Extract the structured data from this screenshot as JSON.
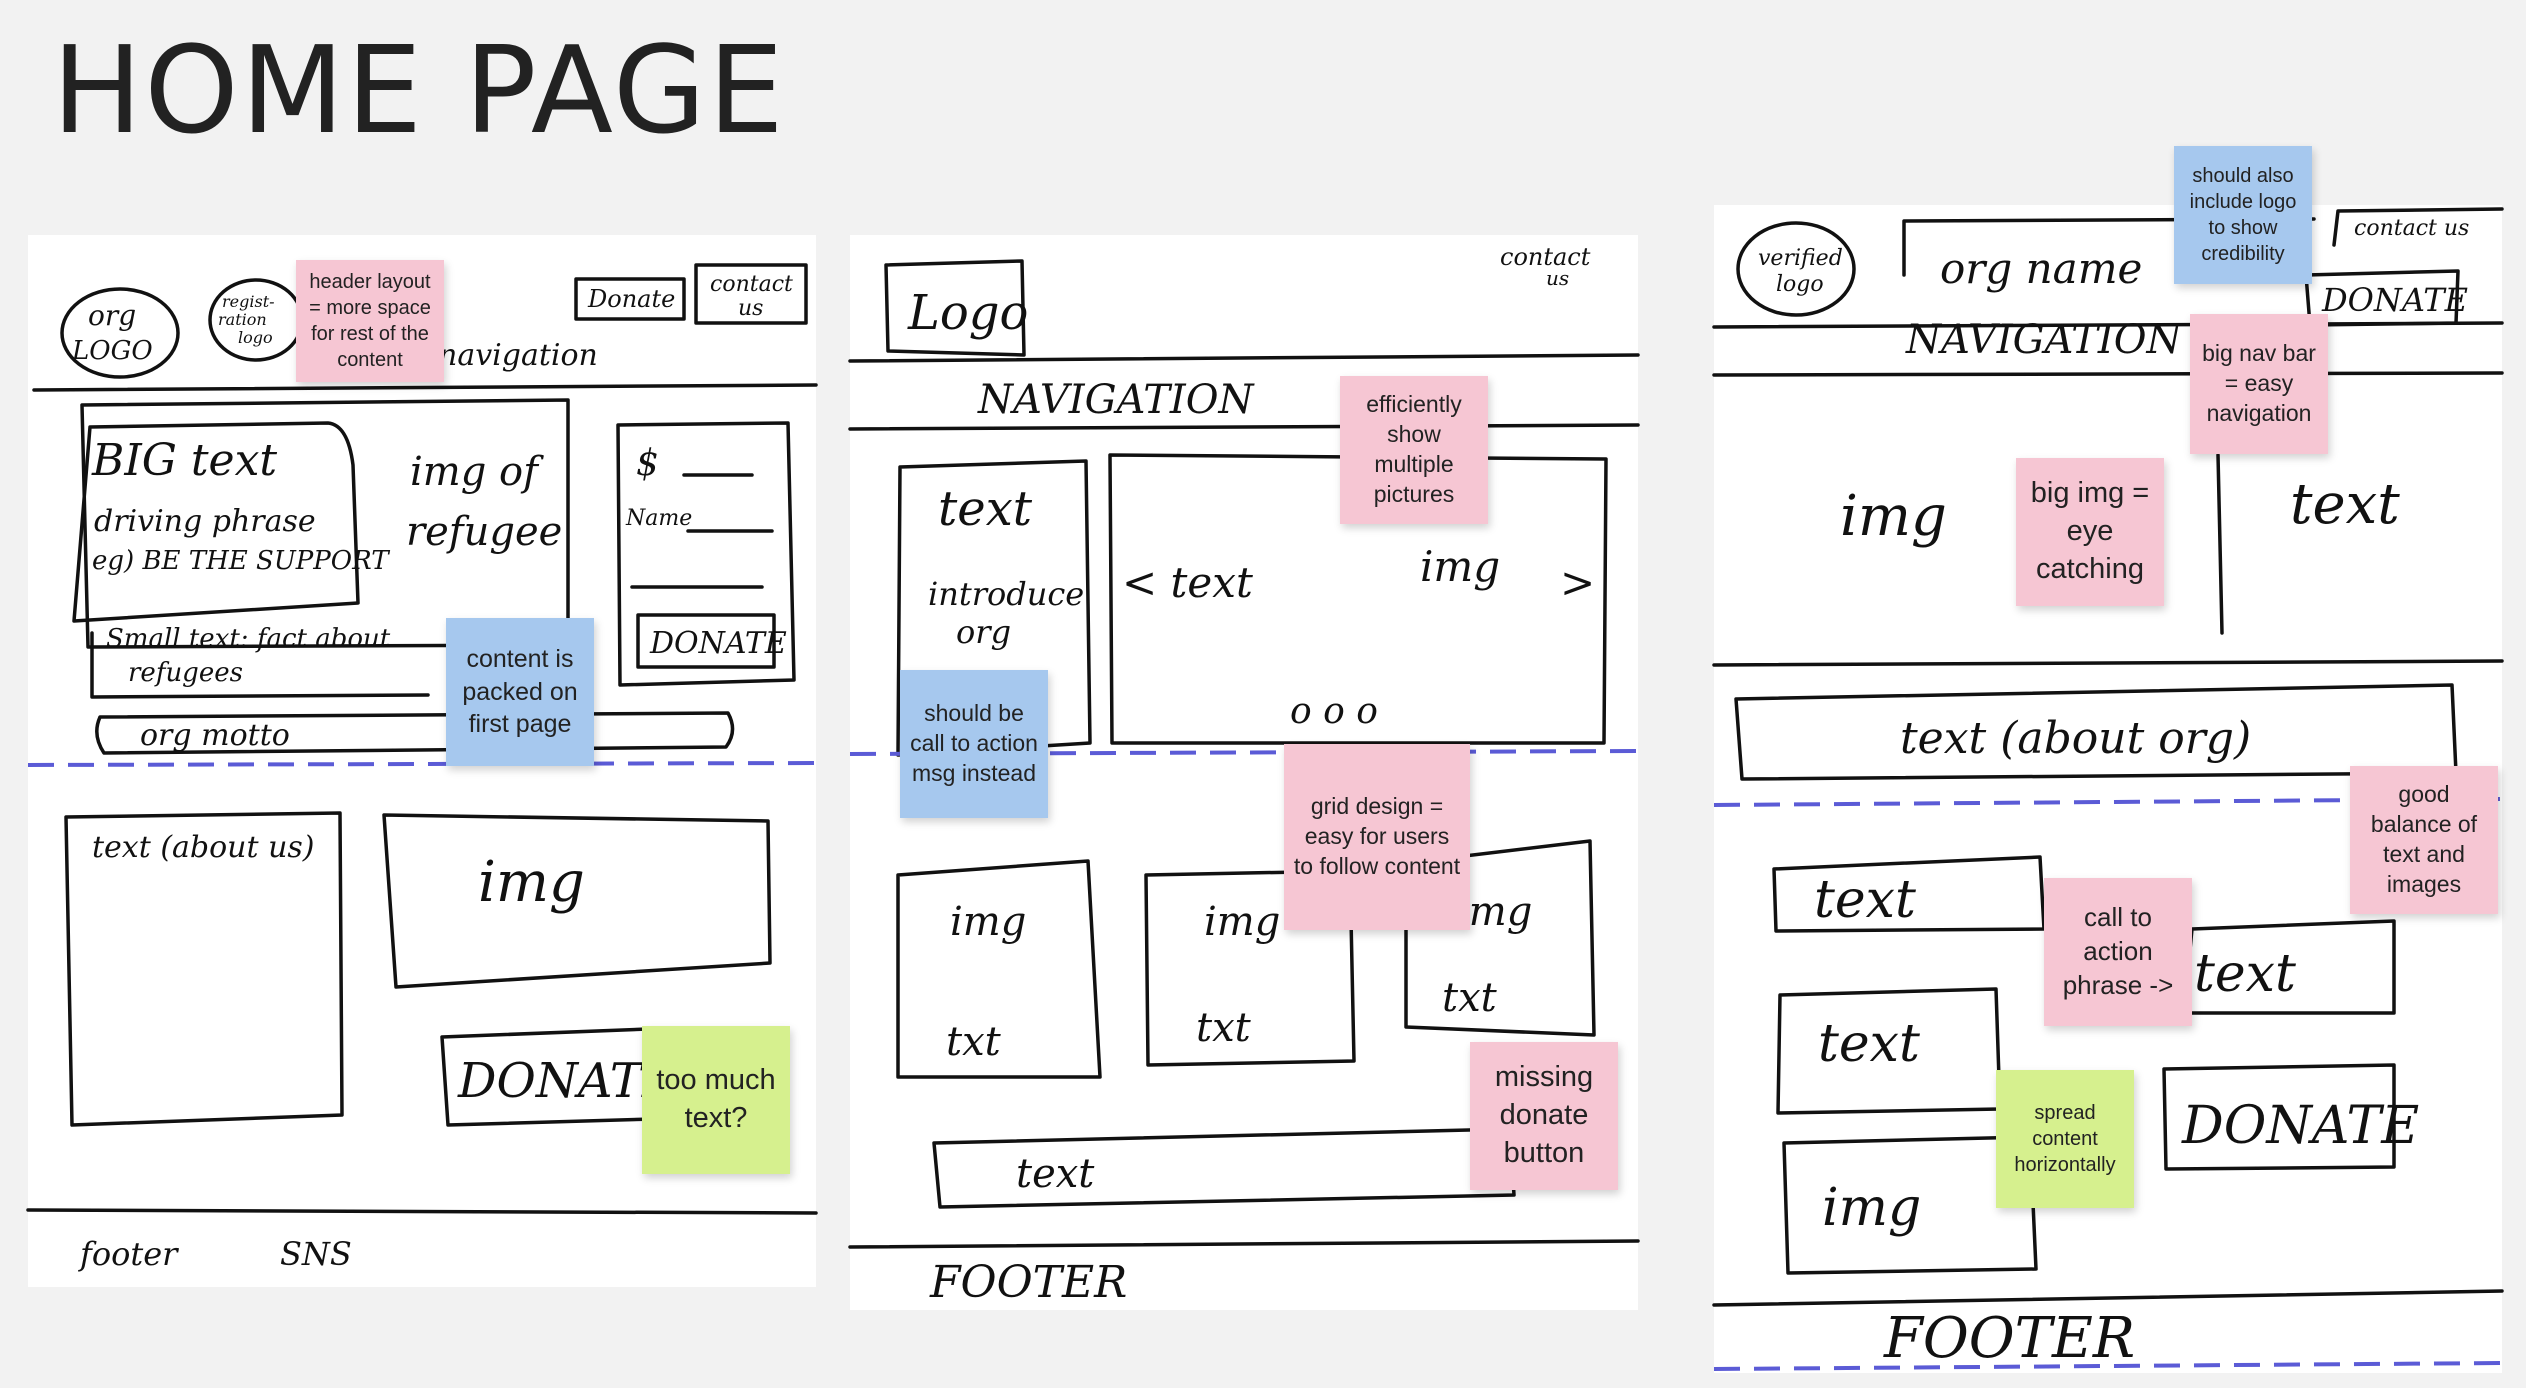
{
  "title": "HOME PAGE",
  "sketches": [
    {
      "labels": {
        "org_logo_1": "org",
        "org_logo_2": "LOGO",
        "reg_logo_1": "regist-",
        "reg_logo_2": "ration",
        "reg_logo_3": "logo",
        "donate_top": "Donate",
        "contact_1": "contact",
        "contact_2": "us",
        "navigation": "navigation",
        "big_text": "BIG text",
        "driving": "driving phrase",
        "eg": "eg) BE THE SUPPORT",
        "img_of": "img of",
        "refugee": "refugee",
        "dollar": "$",
        "name": "Name",
        "donate_box": "DONATE",
        "small_text_1": "Small text: fact about",
        "small_text_2": "refugees",
        "motto": "org motto",
        "about": "text (about us)",
        "img": "img",
        "donate_big": "DONATE",
        "footer": "footer",
        "sns": "SNS"
      },
      "notes": [
        {
          "text": "header layout = more space for rest of the content",
          "color": "pink"
        },
        {
          "text": "content is packed on first page",
          "color": "blue"
        },
        {
          "text": "too much text?",
          "color": "green"
        }
      ]
    },
    {
      "labels": {
        "logo": "Logo",
        "contact_1": "contact",
        "contact_2": "us",
        "navigation": "NAVIGATION",
        "text": "text",
        "introduce": "introduce",
        "org": "org",
        "carousel_text": "< text",
        "carousel_img": "img",
        "arrow": ">",
        "dots": "o o o",
        "img1": "img",
        "txt1": "txt",
        "img2": "img",
        "txt2": "txt",
        "img3": "img",
        "txt3": "txt",
        "bar_text": "text",
        "footer": "FOOTER"
      },
      "notes": [
        {
          "text": "efficiently show multiple pictures",
          "color": "pink"
        },
        {
          "text": "should be call to action msg instead",
          "color": "blue"
        },
        {
          "text": "grid design = easy for users to follow content",
          "color": "pink"
        },
        {
          "text": "missing donate button",
          "color": "pink"
        }
      ]
    },
    {
      "labels": {
        "verified_1": "verified",
        "verified_2": "logo",
        "org_name": "org name",
        "contact": "contact us",
        "donate": "DONATE",
        "navigation": "NAVIGATION",
        "img": "img",
        "text": "text",
        "about": "text (about org)",
        "text1": "text",
        "text2": "text",
        "text3": "text",
        "donate_big": "DONATE",
        "img2": "img",
        "footer": "FOOTER"
      },
      "notes": [
        {
          "text": "should also include logo to show credibility",
          "color": "blue"
        },
        {
          "text": "big nav bar = easy navigation",
          "color": "pink"
        },
        {
          "text": "big img = eye catching",
          "color": "pink"
        },
        {
          "text": "good balance of text and images",
          "color": "pink"
        },
        {
          "text": "call to action phrase ->",
          "color": "pink"
        },
        {
          "text": "spread content horizontally",
          "color": "green"
        }
      ]
    }
  ]
}
